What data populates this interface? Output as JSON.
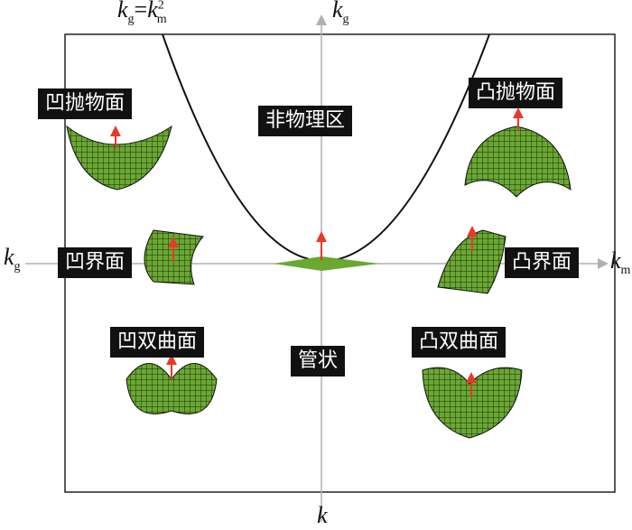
{
  "axes": {
    "top_curve_label": {
      "k": "k",
      "g": "g",
      "eq": "=",
      "k2": "k",
      "m": "m",
      "sq": "2"
    },
    "vertical_top": {
      "k": "k",
      "sub": "g"
    },
    "horizontal_right": {
      "k": "k",
      "sub": "m"
    },
    "horizontal_left": {
      "k": "k",
      "sub": "g"
    },
    "vertical_bottom": {
      "k": "k"
    }
  },
  "regions": {
    "concave_paraboloid": "凹抛物面",
    "convex_paraboloid": "凸抛物面",
    "unphysical": "非物理区",
    "concave_interface": "凹界面",
    "convex_interface": "凸界面",
    "concave_hyperboloid": "凹双曲面",
    "convex_hyperboloid": "凸双曲面",
    "tubular": "管状"
  },
  "colors": {
    "surface": "#6aa832",
    "arrow": "#e8382a",
    "axis": "#b0b0b0",
    "frame": "#222222"
  }
}
